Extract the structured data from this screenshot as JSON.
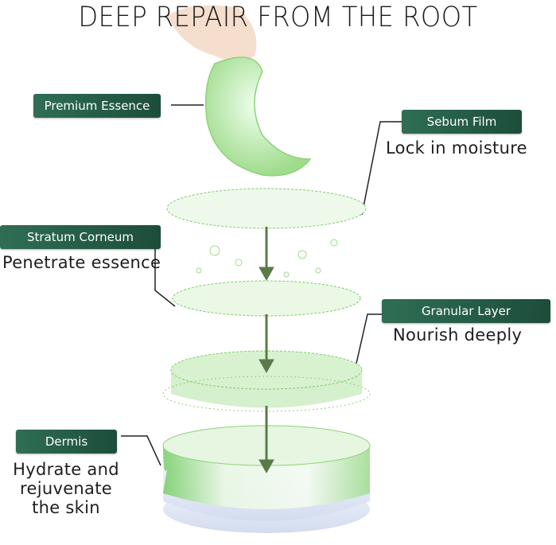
{
  "title": "DEEP REPAIR FROM THE ROOT",
  "layers": [
    {
      "label": "Premium Essence"
    },
    {
      "label": "Sebum Film",
      "description": "Lock in moisture"
    },
    {
      "label": "Stratum Corneum",
      "description": "Penetrate essence"
    },
    {
      "label": "Granular Layer",
      "description": "Nourish deeply"
    },
    {
      "label": "Dermis",
      "description_lines": [
        "Hydrate and",
        "rejuvenate",
        "the skin"
      ]
    }
  ],
  "colors": {
    "tag_bg": "#24563f",
    "accent_green": "#7fd36a",
    "arrow": "#5b7a4a"
  }
}
